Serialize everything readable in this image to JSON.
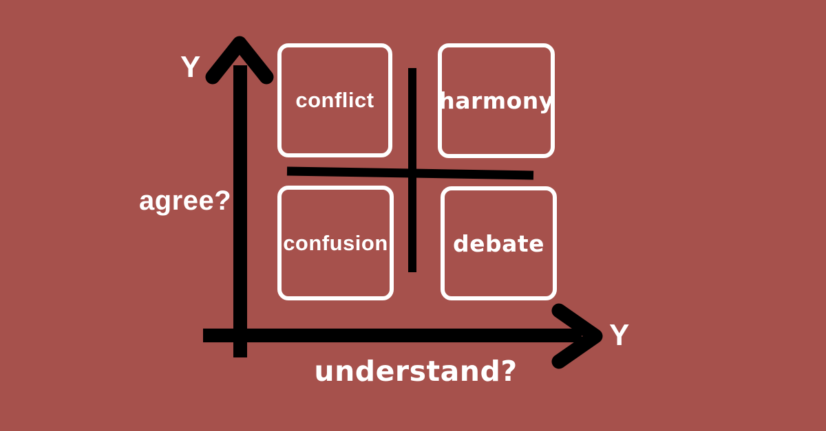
{
  "background_color": "#A6514C",
  "ink_color": "#000000",
  "text_color": "#FFFFFF",
  "y_axis": {
    "end_label": "Y",
    "question": "agree?"
  },
  "x_axis": {
    "end_label": "Y",
    "question": "understand?"
  },
  "quadrants": {
    "top_left": "conflict",
    "top_right": "harmony",
    "bottom_left": "confusion",
    "bottom_right": "debate"
  }
}
